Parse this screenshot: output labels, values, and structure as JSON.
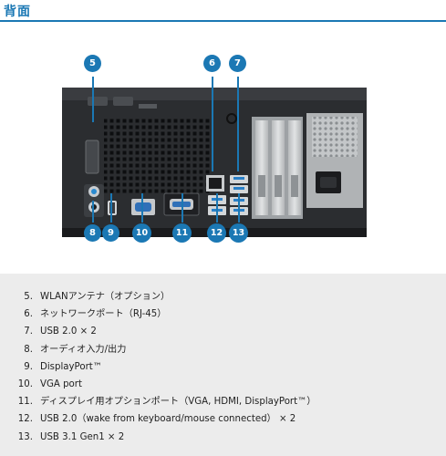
{
  "header": {
    "title": "背面"
  },
  "callouts": [
    "5",
    "6",
    "7",
    "8",
    "9",
    "10",
    "11",
    "12",
    "13"
  ],
  "legend": [
    {
      "num": "5.",
      "text": "WLANアンテナ（オプション）"
    },
    {
      "num": "6.",
      "text": "ネットワークポート（RJ-45）"
    },
    {
      "num": "7.",
      "text": "USB 2.0 × 2"
    },
    {
      "num": "8.",
      "text": "オーディオ入力/出力"
    },
    {
      "num": "9.",
      "text": "DisplayPort™"
    },
    {
      "num": "10.",
      "text": "VGA port"
    },
    {
      "num": "11.",
      "text": "ディスプレイ用オプションポート（VGA, HDMI, DisplayPort™）"
    },
    {
      "num": "12.",
      "text": "USB 2.0（wake from keyboard/mouse connected） × 2"
    },
    {
      "num": "13.",
      "text": "USB 3.1 Gen1 × 2"
    }
  ],
  "colors": {
    "accent": "#1b78b4",
    "legend_bg": "#ececec",
    "chassis": "#2b2d30",
    "metal": "#c9ccce"
  }
}
